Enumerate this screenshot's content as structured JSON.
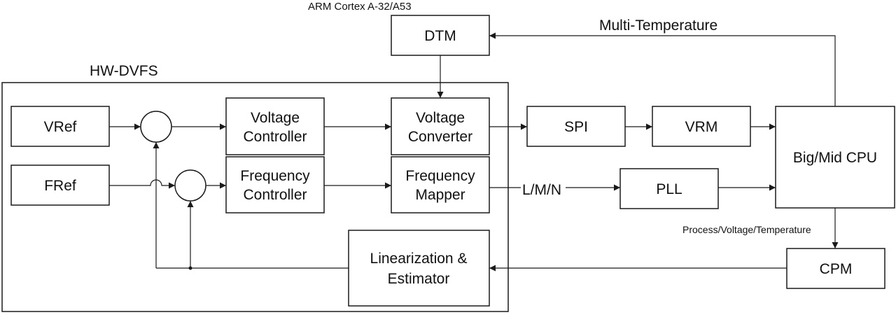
{
  "labels": {
    "arm": "ARM Cortex A-32/A53",
    "hwdvfs": "HW-DVFS",
    "multi_temp": "Multi-Temperature",
    "lmn": "L/M/N",
    "pvt": "Process/Voltage/Temperature"
  },
  "blocks": {
    "dtm": "DTM",
    "vref": "VRef",
    "fref": "FRef",
    "voltage_controller": [
      "Voltage",
      "Controller"
    ],
    "voltage_converter": [
      "Voltage",
      "Converter"
    ],
    "frequency_controller": [
      "Frequency",
      "Controller"
    ],
    "frequency_mapper": [
      "Frequency",
      "Mapper"
    ],
    "linearization": [
      "Linearization &",
      "Estimator"
    ],
    "spi": "SPI",
    "vrm": "VRM",
    "pll": "PLL",
    "cpu": "Big/Mid CPU",
    "cpm": "CPM"
  }
}
